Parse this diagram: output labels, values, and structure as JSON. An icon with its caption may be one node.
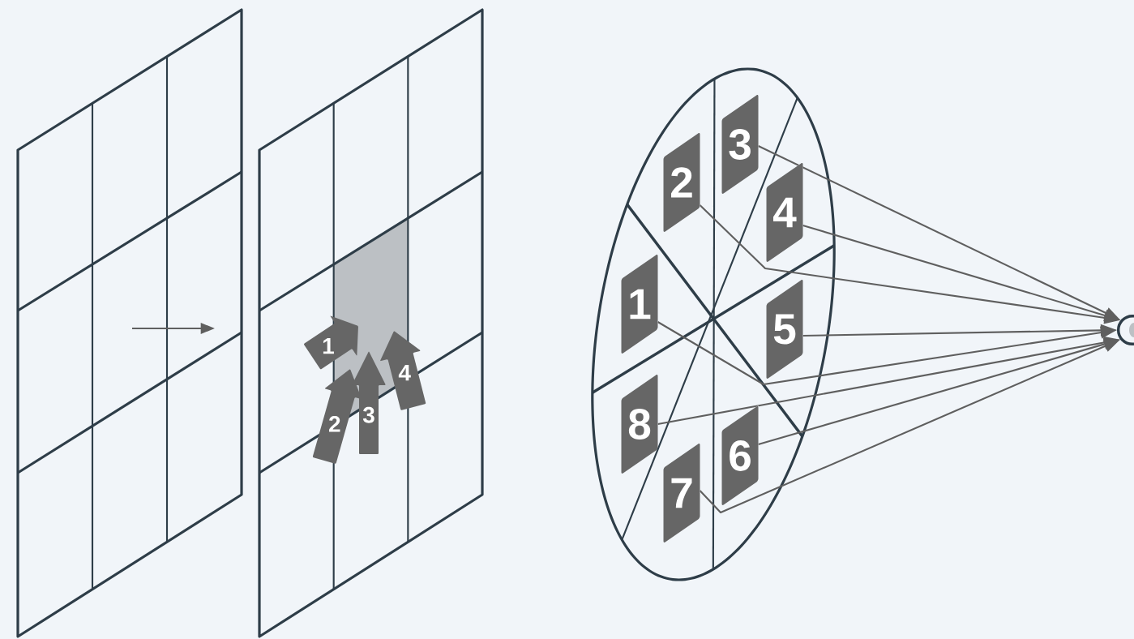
{
  "diagram": {
    "nodes": [
      {
        "text": [
          "1"
        ]
      },
      {
        "text": [
          "2"
        ]
      },
      {
        "text": [
          "3"
        ]
      },
      {
        "text": [
          "4"
        ]
      },
      {
        "text": [
          "1"
        ]
      },
      {
        "text": [
          "2"
        ]
      },
      {
        "text": [
          "3"
        ]
      },
      {
        "text": [
          "4"
        ]
      },
      {
        "text": [
          "5"
        ]
      },
      {
        "text": [
          "6"
        ]
      },
      {
        "text": [
          "7"
        ]
      },
      {
        "text": [
          "8"
        ]
      },
      {
        "text": [],
        "shape": "circle"
      }
    ],
    "edges": [
      {
        "from": 6,
        "to": 12,
        "arrow": "to"
      },
      {
        "from": 5,
        "to": 12,
        "arrow": "to"
      },
      {
        "from": 7,
        "to": 12,
        "arrow": "to"
      },
      {
        "from": 4,
        "to": 12,
        "arrow": "to"
      },
      {
        "from": 8,
        "to": 12,
        "arrow": "to"
      },
      {
        "from": 11,
        "to": 12,
        "arrow": "to"
      },
      {
        "from": 10,
        "to": 12,
        "arrow": "to"
      },
      {
        "from": 9,
        "to": 12,
        "arrow": "to"
      }
    ]
  }
}
